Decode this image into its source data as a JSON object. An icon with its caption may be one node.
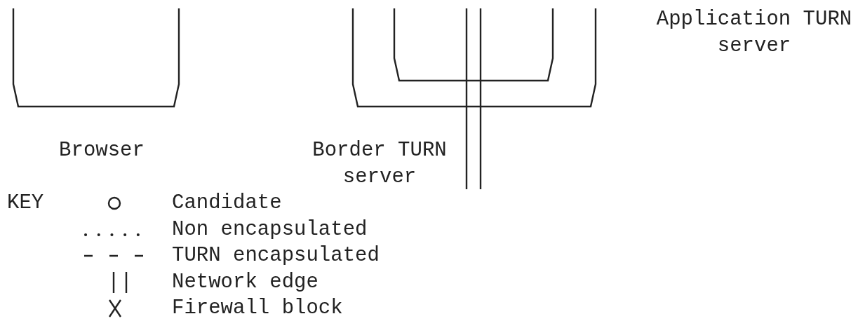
{
  "diagram": {
    "nodes": [
      {
        "text": [
          "Browser"
        ]
      },
      {
        "text": [
          "Border TURN server"
        ]
      },
      {
        "text": [],
        "shape": "box",
        "in": 1
      }
    ],
    "labels": [
      "Application TURN server",
      "KEY"
    ],
    "legend": [
      {
        "text": "Candidate"
      },
      {
        "text": "Non encapsulated"
      },
      {
        "text": "TURN encapsulated"
      },
      {
        "text": "Network edge"
      },
      {
        "text": "Firewall block"
      }
    ]
  }
}
